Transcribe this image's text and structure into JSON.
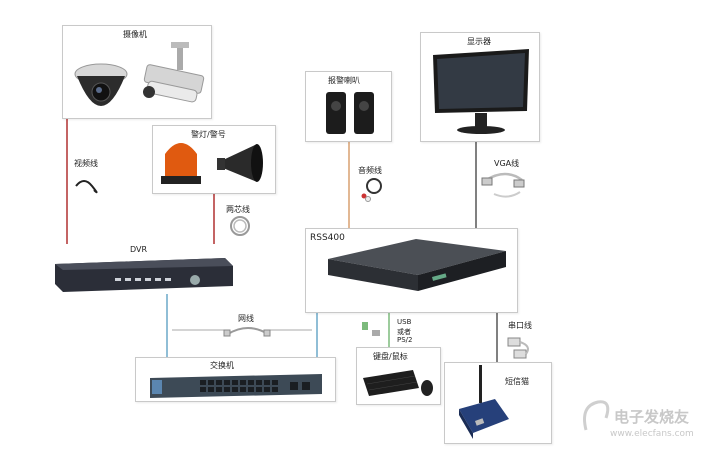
{
  "devices": {
    "camera": {
      "label": "摄像机"
    },
    "speaker": {
      "label": "报警喇叭"
    },
    "monitor": {
      "label": "显示器"
    },
    "alarm": {
      "label": "警灯/警号"
    },
    "dvr": {
      "label": "DVR"
    },
    "server": {
      "label": "RSS400"
    },
    "switch": {
      "label": "交换机"
    },
    "keyboard": {
      "label": "键盘/鼠标"
    },
    "sms": {
      "label": "短信猫"
    }
  },
  "cables": {
    "video": "视频线",
    "twocore": "两芯线",
    "audio": "音频线",
    "vga": "VGA线",
    "network": "网线",
    "usb": [
      "USB",
      "或者",
      "PS/2"
    ],
    "serial": "串口线"
  },
  "colors": {
    "video_line": "#b03030",
    "audio_line": "#d8a070",
    "network_line": "#6aa8c8",
    "usb_line": "#7cba7c",
    "vga_line": "#555555",
    "serial_line": "#555555"
  },
  "watermark": {
    "title": "电子发烧友",
    "url": "www.elecfans.com"
  }
}
